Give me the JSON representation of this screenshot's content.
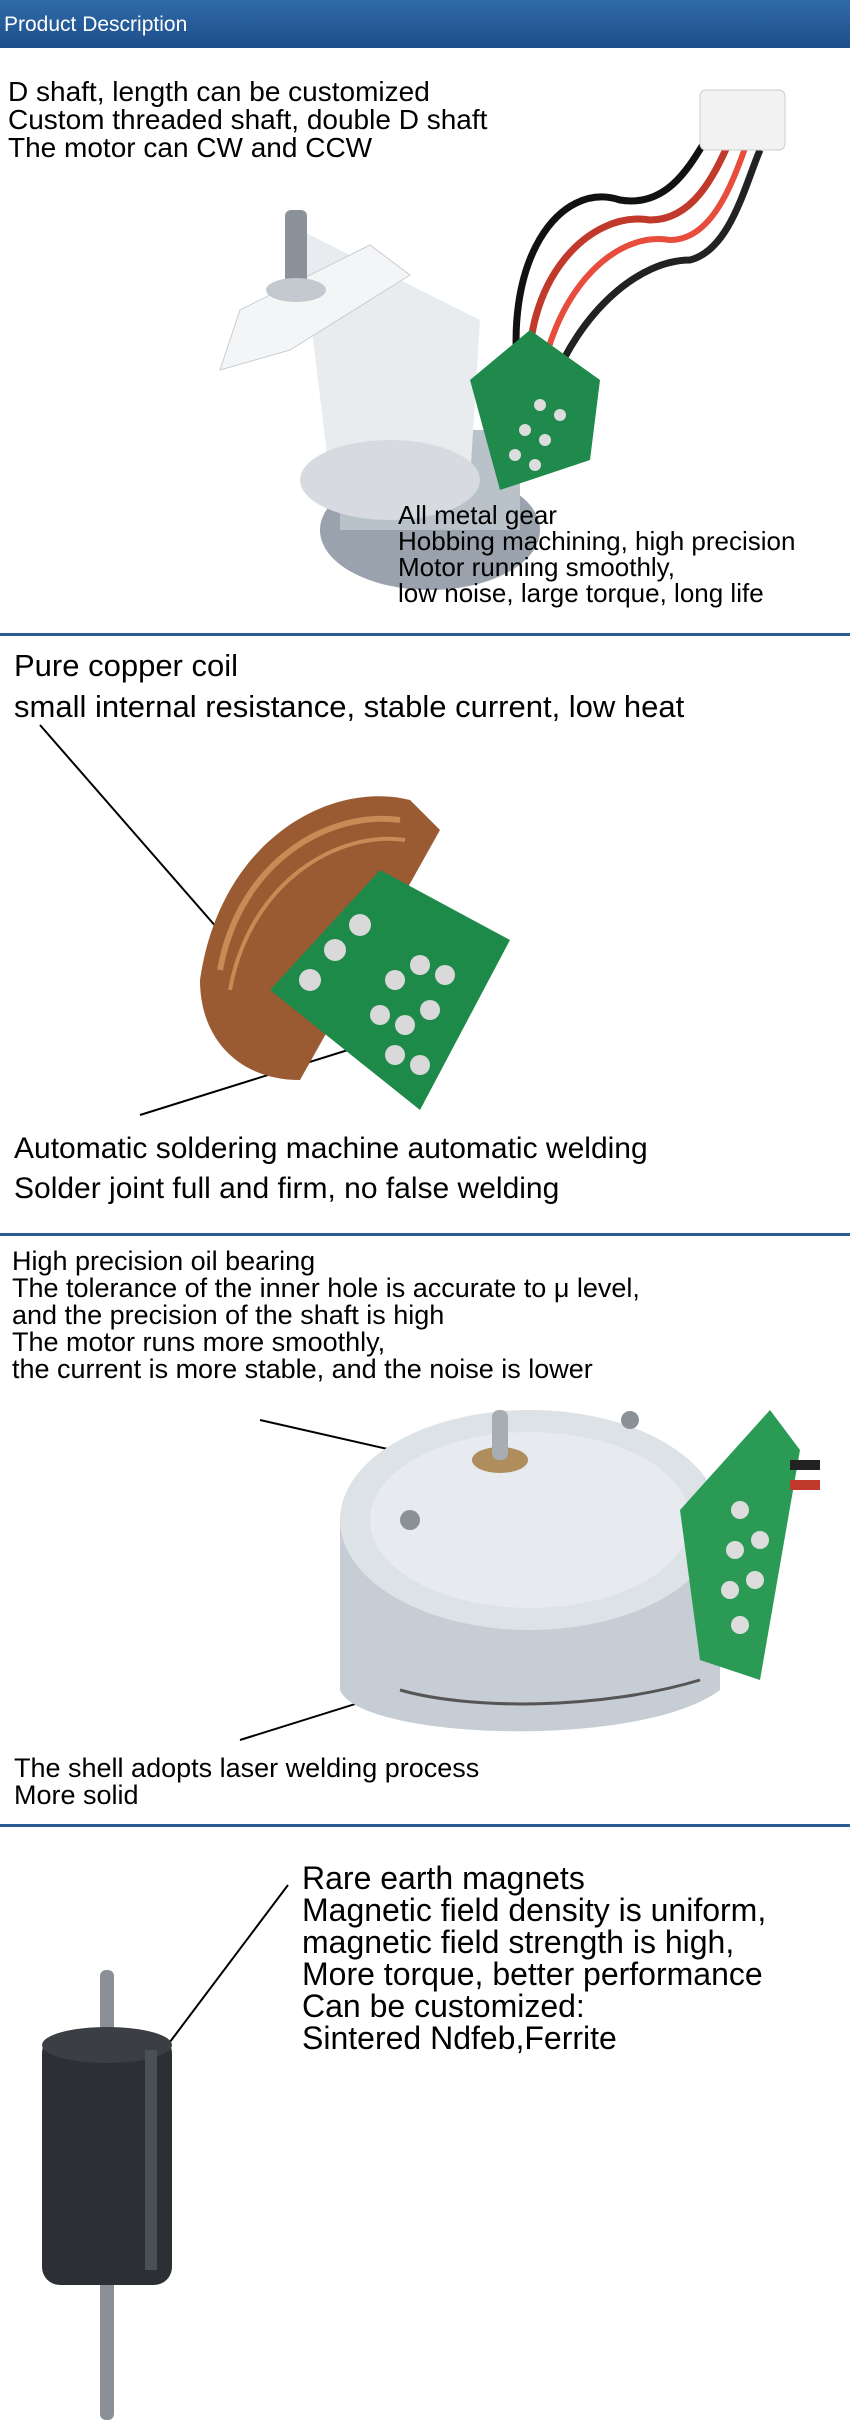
{
  "header": {
    "title": "Product Description"
  },
  "section1": {
    "lines_top": [
      "D shaft, length can be customized",
      "Custom threaded shaft, double D shaft",
      "The motor can CW and CCW"
    ],
    "lines_bottom": [
      "All metal gear",
      "Hobbing machining, high precision",
      "Motor running smoothly,",
      "low noise, large torque, long life"
    ]
  },
  "section2": {
    "lines_top": [
      "Pure copper coil",
      "small internal resistance, stable current, low heat"
    ],
    "lines_bottom": [
      "Automatic soldering machine automatic welding",
      "Solder joint full and firm, no false welding"
    ]
  },
  "section3": {
    "lines_top": [
      "High precision oil bearing",
      "The tolerance of the inner hole is accurate to μ level,",
      "and the precision of the shaft is high",
      "The motor runs more smoothly,",
      "the current is more stable, and the noise is lower"
    ],
    "lines_bottom": [
      "The shell adopts laser welding process",
      "More solid"
    ]
  },
  "section4": {
    "lines": [
      "Rare earth magnets",
      "Magnetic field density is uniform,",
      "magnetic field strength is high,",
      "More torque, better performance",
      "Can be customized:",
      "Sintered Ndfeb,Ferrite"
    ]
  }
}
